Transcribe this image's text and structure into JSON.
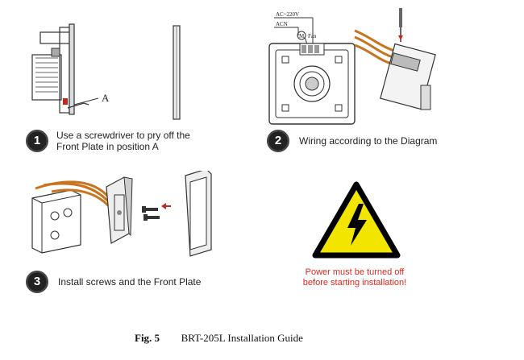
{
  "steps": [
    {
      "number": "1",
      "line1": "Use a screwdriver to pry off the",
      "line2": "Front Plate in position A"
    },
    {
      "number": "2",
      "line1": "Wiring according to the Diagram",
      "line2": ""
    },
    {
      "number": "3",
      "line1": "Install screws and the Front Plate",
      "line2": ""
    }
  ],
  "diagram_labels": {
    "callout": "A",
    "ac_label": "AC~220V",
    "acn_label": "ACN",
    "motor_symbol": "M",
    "fan_label": "Fan"
  },
  "warning": {
    "line1": "Power must be turned off",
    "line2": "before starting installation!"
  },
  "caption": {
    "fig": "Fig. 5",
    "title": "BRT-205L Installation Guide"
  },
  "colors": {
    "warning_text": "#e0281c",
    "warning_fill": "#f2e600",
    "arrow_red": "#c0281c",
    "wire_orange": "#c8741e"
  }
}
